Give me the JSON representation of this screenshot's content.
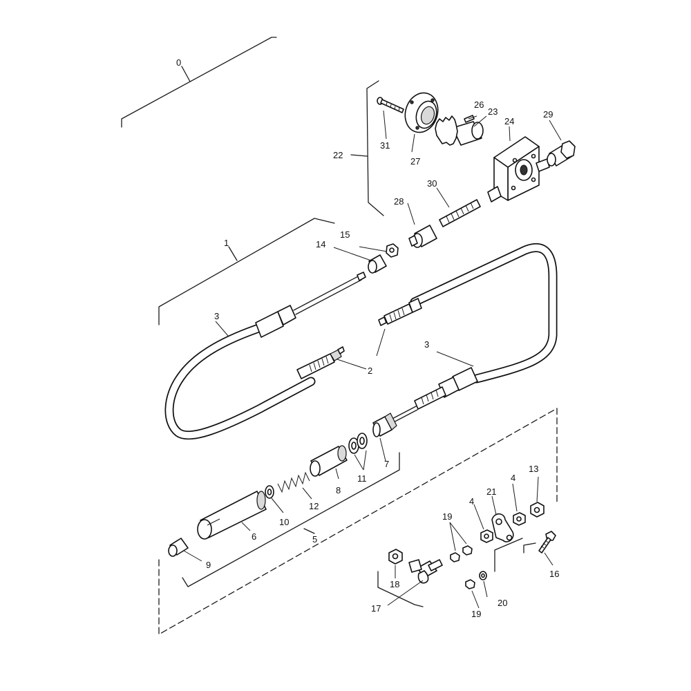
{
  "labels": {
    "l0": "0",
    "l1": "1",
    "l2": "2",
    "l3a": "3",
    "l3b": "3",
    "l4a": "4",
    "l4b": "4",
    "l5": "5",
    "l6": "6",
    "l7": "7",
    "l8": "8",
    "l9": "9",
    "l10": "10",
    "l11": "11",
    "l12": "12",
    "l13": "13",
    "l14": "14",
    "l15": "15",
    "l16": "16",
    "l17": "17",
    "l18": "18",
    "l19a": "19",
    "l19b": "19",
    "l20": "20",
    "l21": "21",
    "l22": "22",
    "l23": "23",
    "l24": "24",
    "l26": "26",
    "l27": "27",
    "l28": "28",
    "l29": "29",
    "l30": "30",
    "l31": "31"
  }
}
